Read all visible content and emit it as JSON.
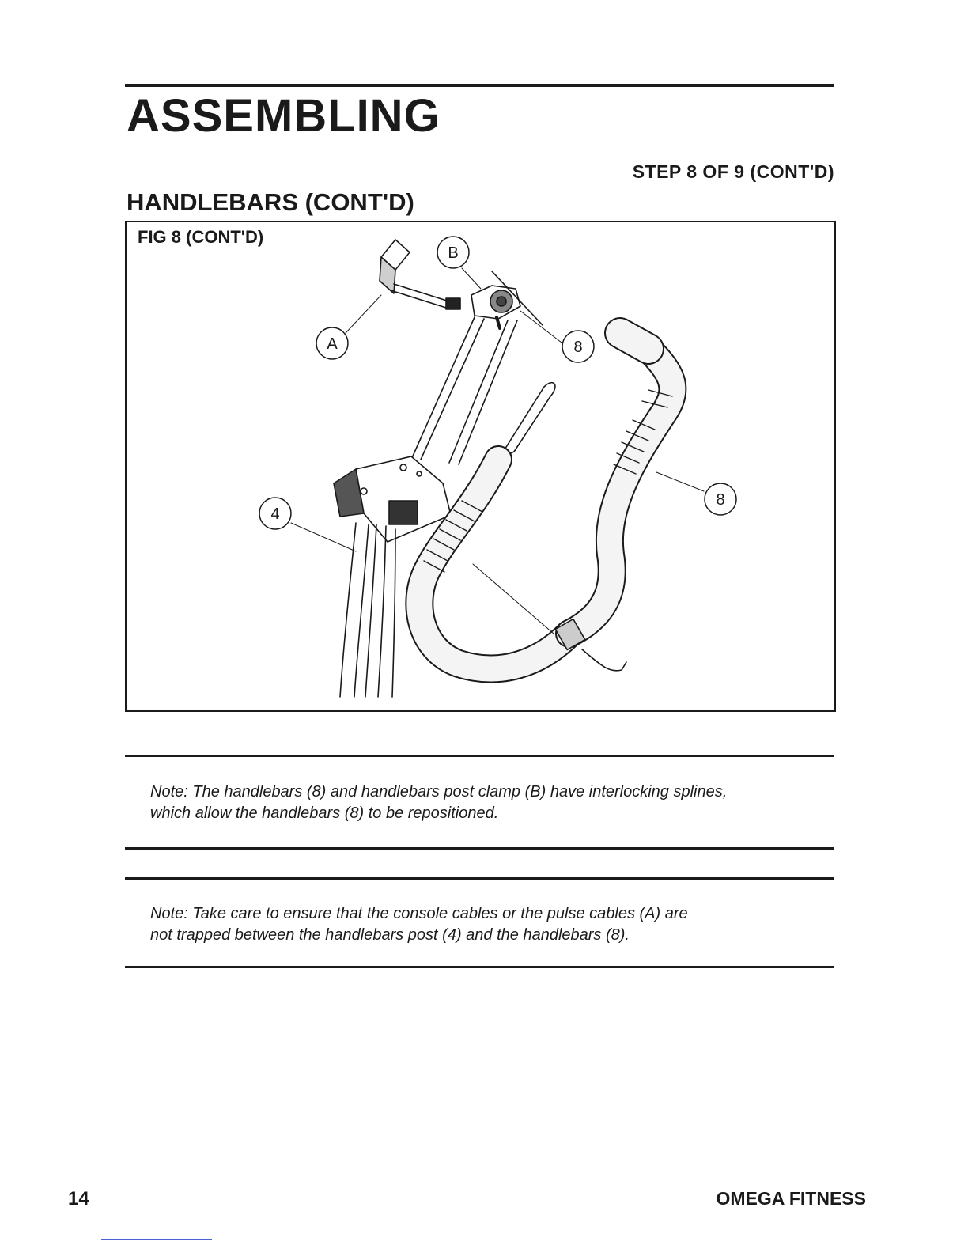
{
  "header": {
    "title": "ASSEMBLING",
    "step": "STEP 8 OF 9 (CONT'D)",
    "section": "HANDLEBARS (CONT'D)"
  },
  "figure": {
    "caption": "FIG 8 (CONT'D)",
    "callouts": {
      "a": "A",
      "b": "B",
      "handlebar_top": "8",
      "handlebar_side": "8",
      "post": "4"
    }
  },
  "notes": [
    {
      "line1": "Note: The handlebars (8) and  handlebars post clamp (B) have  interlocking splines,",
      "line2": "which allow the  handlebars (8) to be repositioned."
    },
    {
      "line1": "Note: Take care to ensure that the console cables or the pulse cables (A) are",
      "line2": "not trapped between the handlebars post (4) and the  handlebars (8)."
    }
  ],
  "footer": {
    "page_number": "14",
    "brand": "OMEGA FITNESS"
  }
}
